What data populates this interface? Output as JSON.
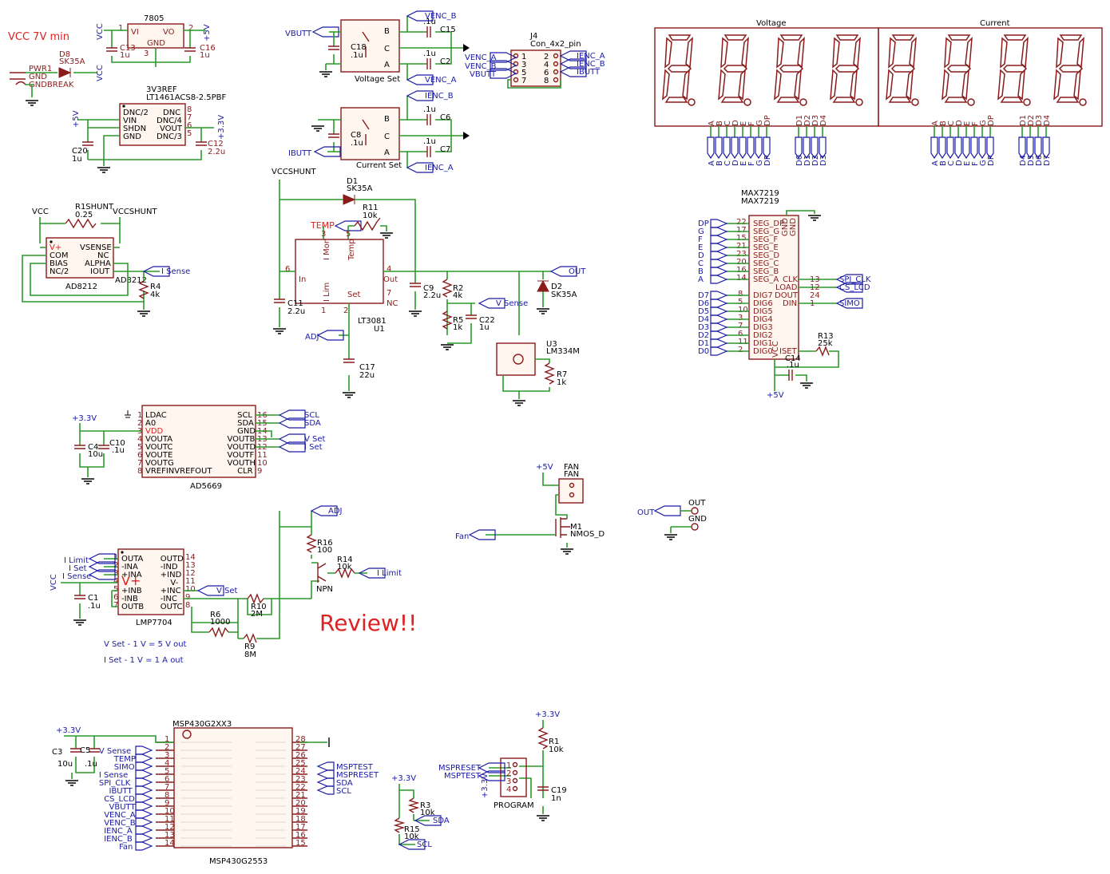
{
  "notes": {
    "vcc_min": "VCC 7V min",
    "review": "Review!!",
    "vset": "V Set - 1 V = 5 V out",
    "iset": "I Set - 1 V = 1 A out"
  },
  "reg": {
    "name": "7805",
    "vi": "VI",
    "vo": "VO",
    "gnd": "GND",
    "vcc": "VCC",
    "p5v": "+5V",
    "c13": "C13",
    "c13v": "1u",
    "c16": "C16",
    "c16v": "1u",
    "p1": "1",
    "p2": "2",
    "p3": "3"
  },
  "pwr": {
    "d8": "D8",
    "d8v": "SK35A",
    "pwr1": "PWR1",
    "gnd": "GND",
    "gndbreak": "GNDBREAK",
    "vcc": "VCC"
  },
  "ref": {
    "title": "3V3REF",
    "part": "LT1461ACS8-2.5PBF",
    "p5v": "+5V",
    "p33": "+3.3V",
    "dnc2": "DNC/2",
    "vin": "VIN",
    "shdn": "SHDN",
    "gnd": "GND",
    "dnc": "DNC",
    "dnc4": "DNC/4",
    "vout": "VOUT",
    "dnc3": "DNC/3",
    "c20": "C20",
    "c20v": "1u",
    "c12": "C12",
    "c12v": "2.2u",
    "p8": "8",
    "p7": "7",
    "p6": "6",
    "p5": "5"
  },
  "shunt": {
    "vcc": "VCC",
    "r1": "R1SHUNT",
    "r1v": "0.25",
    "vccshunt": "VCCSHUNT",
    "vp": "V+",
    "com": "COM",
    "bias": "BIAS",
    "nc2": "NC/2",
    "vsense": "VSENSE",
    "nc": "NC",
    "alpha": "ALPHA",
    "iout": "IOUT",
    "part": "AD8212",
    "partb": "AD8212",
    "isense": "I Sense",
    "r4": "R4",
    "r4v": "4k"
  },
  "enc": {
    "vbutt": "VBUTT",
    "ibutt": "IBUTT",
    "venc_b": "VENC_B",
    "venc_a": "VENC_A",
    "ienc_b": "IENC_B",
    "ienc_a": "IENC_A",
    "b": "B",
    "c": "C",
    "a": "A",
    "c15": "C15",
    "c2": "C2",
    "c6": "C6",
    "c7": "C7",
    "c18": "C18",
    "c8": "C8",
    "cap": ".1u",
    "vset": "Voltage Set",
    "iset": "Current Set"
  },
  "j4": {
    "name": "J4",
    "part": "Con_4x2_pin",
    "l": [
      "VENC_A",
      "VENC_B",
      "VBUTT"
    ],
    "r": [
      "IENC_A",
      "IENC_B",
      "IBUTT"
    ],
    "nl": [
      "1",
      "3",
      "5",
      "7"
    ],
    "nr": [
      "2",
      "4",
      "6",
      "8"
    ]
  },
  "disp": {
    "voltage": "Voltage",
    "current": "Current",
    "pins1": [
      "A",
      "B",
      "C",
      "D",
      "E",
      "F",
      "G",
      "DP"
    ],
    "dig1": [
      "D1",
      "D2",
      "D3",
      "D4"
    ],
    "net1": [
      "A",
      "B",
      "C",
      "D",
      "E",
      "F",
      "G",
      "DP"
    ],
    "netd1": [
      "D0",
      "D1",
      "D2",
      "D3"
    ],
    "netd2": [
      "D4",
      "D5",
      "D6",
      "D7"
    ]
  },
  "lt": {
    "vccshunt": "VCCSHUNT",
    "d1": "D1",
    "d1v": "SK35A",
    "r11": "R11",
    "r11v": "10k",
    "temp": "TEMP",
    "imon": "I Mon",
    "tempp": "Temp",
    "in": "In",
    "out": "Out",
    "nc": "NC",
    "ilim": "I Lim",
    "set": "Set",
    "part": "LT3081",
    "u1": "U1",
    "c11": "C11",
    "c11v": "2.2u",
    "c9": "C9",
    "c9v": "2.2u",
    "r2": "R2",
    "r2v": "4k",
    "r5": "R5",
    "r5v": "1k",
    "c22": "C22",
    "c22v": "1u",
    "vsense": "V Sense",
    "outnet": "OUT",
    "d2": "D2",
    "d2v": "SK35A",
    "adj": "ADJ",
    "c17": "C17",
    "c17v": "22u",
    "u3": "U3",
    "u3v": "LM334M",
    "r7": "R7",
    "r7v": "1k",
    "p6": "6",
    "p4": "4",
    "p7": "7",
    "p1": "1",
    "p2": "2",
    "p3": "3",
    "p5": "5"
  },
  "max": {
    "title": "MAX7219",
    "titleb": "MAX7219",
    "segs": [
      "SEG_DP",
      "SEG_G",
      "SEG_F",
      "SEG_E",
      "SEG_D",
      "SEG_C",
      "SEG_B",
      "SEG_A"
    ],
    "segn": [
      "22",
      "17",
      "15",
      "21",
      "23",
      "20",
      "16",
      "14"
    ],
    "segnet": [
      "DP",
      "G",
      "F",
      "E",
      "D",
      "C",
      "B",
      "A"
    ],
    "digs": [
      "DIG7",
      "DIG6",
      "DIG5",
      "DIG4",
      "DIG3",
      "DIG2",
      "DIG1",
      "DIG0"
    ],
    "dign": [
      "8",
      "5",
      "10",
      "3",
      "7",
      "6",
      "11",
      "2"
    ],
    "dignet": [
      "D7",
      "D6",
      "D5",
      "D4",
      "D3",
      "D2",
      "D1",
      "D0"
    ],
    "clk": "CLK",
    "load": "LOAD",
    "dout": "DOUT",
    "din": "DIN",
    "iset": "ISET",
    "vcc": "VCC",
    "gnd": "GND",
    "gnd2": "GND",
    "spi_clk": "SPI_CLK",
    "cs_lcd": "CS_LCD",
    "simo": "SIMO",
    "r13": "R13",
    "r13v": "25k",
    "c14": "C14",
    "c14v": ".1u",
    "p5v": "+5V"
  },
  "dac": {
    "part": "AD5669",
    "p33": "+3.3V",
    "ldac": "LDAC",
    "a0": "A0",
    "vdd": "VDD",
    "vouta": "VOUTA",
    "voutc": "VOUTC",
    "voute": "VOUTE",
    "voutg": "VOUTG",
    "vref": "VREFINVREFOUT",
    "scl": "SCL",
    "sda": "SDA",
    "gnd": "GND",
    "voutb": "VOUTB",
    "voutd": "VOUTD",
    "voutf": "VOUTF",
    "vouth": "VOUTH",
    "clr": "CLR",
    "c4": "C4",
    "c4v": "10u",
    "c10": "C10",
    "c10v": ".1u",
    "vset": "V Set",
    "iset": "I Set",
    "lp": [
      "1",
      "2",
      "3",
      "4",
      "5",
      "6",
      "7",
      "8"
    ],
    "rp": [
      "16",
      "15",
      "14",
      "13",
      "12",
      "11",
      "10",
      "9"
    ]
  },
  "fan": {
    "p5v": "+5V",
    "fan": "FAN",
    "fanb": "FAN",
    "m1": "M1",
    "m1v": "NMOS_D",
    "fannet": "Fan",
    "out": "OUT",
    "outlbl": "OUT",
    "gnd": "GND"
  },
  "opamp": {
    "part": "LMP7704",
    "ilimit": "I Limit",
    "iset": "I Set",
    "isense": "I Sense",
    "vcc": "VCC",
    "outa": "OUTA",
    "ina_m": "-INA",
    "ina_p": "+INA",
    "vp": "V+",
    "inb_p": "+INB",
    "inb_m": "-INB",
    "outb": "OUTB",
    "outd": "OUTD",
    "ind_m": "-IND",
    "ind_p": "+IND",
    "vm": "V-",
    "inc_p": "+INC",
    "inc_m": "-INC",
    "outc": "OUTC",
    "c1": "C1",
    "c1v": ".1u",
    "vset": "V Set",
    "r6": "R6",
    "r6v": "1000",
    "r10": "R10",
    "r10v": "2M",
    "r9": "R9",
    "r9v": "8M",
    "r16": "R16",
    "r16v": "100",
    "r14": "R14",
    "r14v": "10k",
    "npn": "NPN",
    "adj": "ADJ",
    "ilimit2": "I Limit",
    "lp": [
      "1",
      "2",
      "3",
      "4",
      "5",
      "6",
      "7",
      "8"
    ],
    "rp": [
      "14",
      "13",
      "12",
      "11",
      "10",
      "9"
    ]
  },
  "mcu": {
    "title": "MSP430G2XX3",
    "part": "MSP430G2553",
    "p33": "+3.3V",
    "c3": "C3",
    "c3v": "10u",
    "c5": "C5",
    "c5v": ".1u",
    "left": [
      "V Sense",
      "TEMP",
      "SIMO",
      "I Sense",
      "SPI_CLK",
      "IBUTT",
      "CS_LCD",
      "VBUTT",
      "VENC_A",
      "VENC_B",
      "IENC_A",
      "IENC_B",
      "Fan"
    ],
    "ln": [
      "1",
      "2",
      "3",
      "4",
      "5",
      "6",
      "7",
      "8",
      "9",
      "10",
      "11",
      "12",
      "13",
      "14"
    ],
    "rn": [
      "28",
      "27",
      "26",
      "25",
      "24",
      "23",
      "22",
      "21",
      "20",
      "19",
      "18",
      "17",
      "16",
      "15"
    ],
    "right": [
      "MSPTEST",
      "MSPRESET",
      "SDA",
      "SCL"
    ]
  },
  "prog": {
    "p33": "+3.3V",
    "r1": "R1",
    "r1v": "10k",
    "mspreset": "MSPRESET",
    "msptest": "MSPTEST",
    "p33b": "+3.3V",
    "c19": "C19",
    "c19v": "1n",
    "name": "PROGRAM",
    "pins": [
      "1",
      "2",
      "3",
      "4"
    ]
  },
  "pull": {
    "p33": "+3.3V",
    "r3": "R3",
    "r3v": "10k",
    "r15": "R15",
    "r15v": "10k",
    "sda": "SDA",
    "scl": "SCL"
  }
}
